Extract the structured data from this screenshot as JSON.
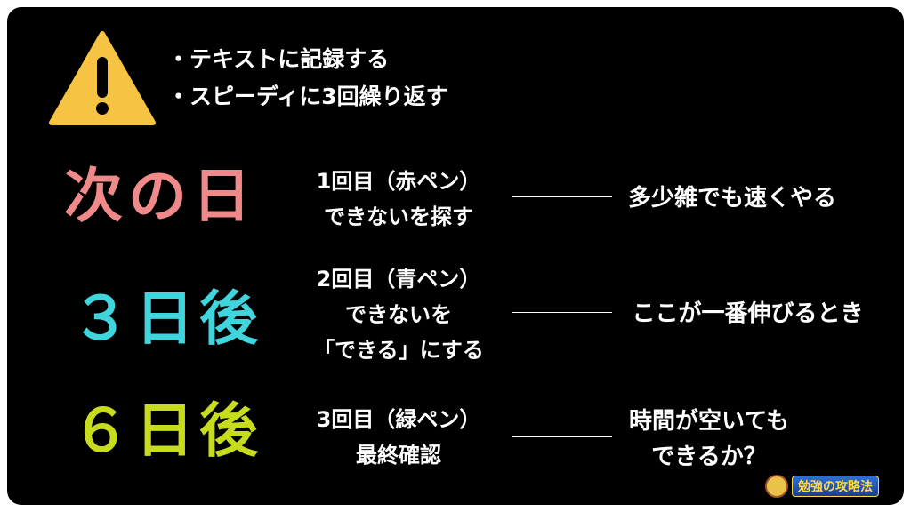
{
  "notes": [
    "・テキストに記録する",
    "・スピーディに3回繰り返す"
  ],
  "rows": [
    {
      "day": "次の日",
      "day_color": "#f08a8a",
      "step_lines": [
        "1回目（赤ペン）",
        "できないを探す"
      ],
      "tip_lines": [
        "多少雑でも速くやる"
      ]
    },
    {
      "day": "３日後",
      "day_color": "#40d4dc",
      "step_lines": [
        "2回目（青ペン）",
        "できないを",
        "「できる」にする"
      ],
      "tip_lines": [
        "ここが一番伸びるとき"
      ]
    },
    {
      "day": "６日後",
      "day_color": "#c8dc1e",
      "step_lines": [
        "3回目（緑ペン）",
        "最終確認"
      ],
      "tip_lines": [
        "時間が空いても",
        "できるか？"
      ]
    }
  ],
  "logo": {
    "text": "勉強の攻略法"
  },
  "colors": {
    "background": "#000000",
    "warning": "#f6c343"
  },
  "icons": {
    "warning": "warning-icon"
  }
}
